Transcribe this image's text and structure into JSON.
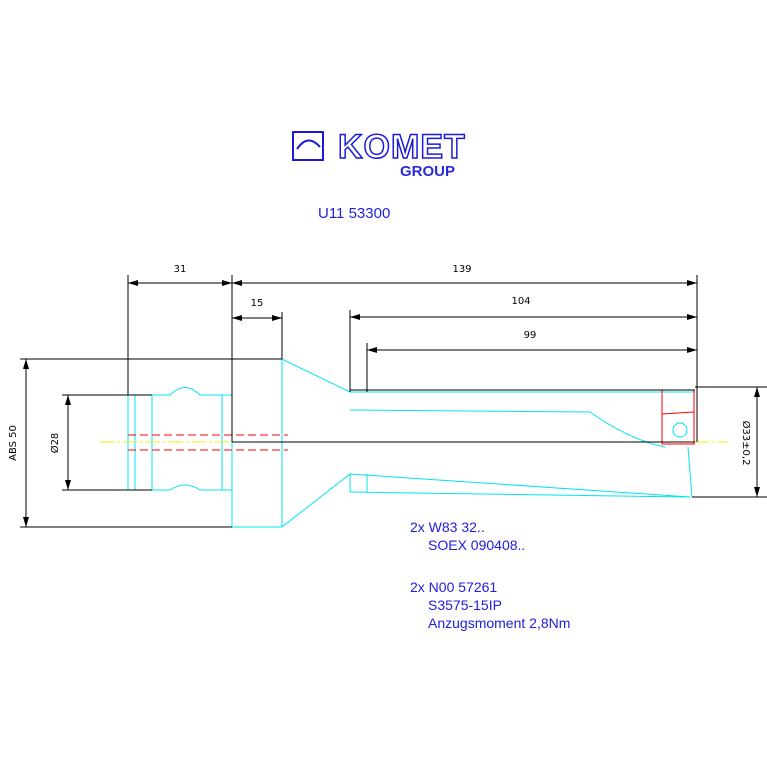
{
  "logo": {
    "brand": "KOMET",
    "sub": "GROUP"
  },
  "article_number": "U11 53300",
  "dimensions": {
    "d31": "31",
    "d139": "139",
    "d15": "15",
    "d104": "104",
    "d99": "99",
    "abs": "ABS 50",
    "dia28": "Ø28",
    "dia33": "Ø33±0,2"
  },
  "notes": [
    {
      "line1": "2x W83 32..",
      "line2": "SOEX 090408.."
    },
    {
      "line1": "2x N00 57261",
      "line2": "S3575-15IP",
      "line3": "Anzugsmoment 2,8Nm"
    }
  ],
  "colors": {
    "outline": "#00e5f0",
    "dims": "#000000",
    "hidden": "#ff0000",
    "center": "#f0f000",
    "text": "#2020e0"
  }
}
